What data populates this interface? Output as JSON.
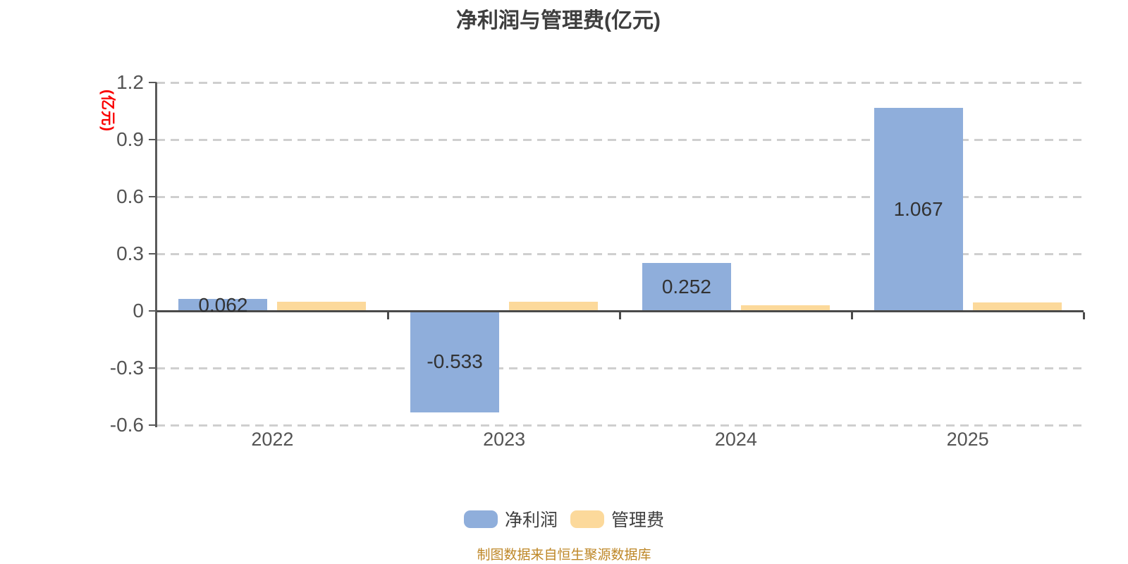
{
  "chart_data": {
    "type": "bar",
    "title": "净利润与管理费(亿元)",
    "categories": [
      "2022",
      "2023",
      "2024",
      "2025"
    ],
    "series": [
      {
        "name": "净利润",
        "color": "#8FAEDB",
        "values": [
          0.062,
          -0.533,
          0.252,
          1.067
        ],
        "labels": [
          "0.062",
          "-0.533",
          "0.252",
          "1.067"
        ],
        "labeled": true
      },
      {
        "name": "管理费",
        "color": "#FCD99B",
        "values": [
          0.048,
          0.048,
          0.03,
          0.044
        ],
        "labels": [],
        "labeled": false
      }
    ],
    "ylabel": "(亿元)",
    "ylabel_color": "#fa0000",
    "ytick_labels": [
      "1.2",
      "0.9",
      "0.6",
      "0.3",
      "0",
      "-0.3",
      "-0.6"
    ],
    "yticks": [
      1.2,
      0.9,
      0.6,
      0.3,
      0,
      -0.3,
      -0.6
    ],
    "ylim": [
      -0.6,
      1.2
    ],
    "grid": "dashed-horizontal",
    "legend_position": "bottom",
    "footer": "制图数据来自恒生聚源数据库"
  }
}
